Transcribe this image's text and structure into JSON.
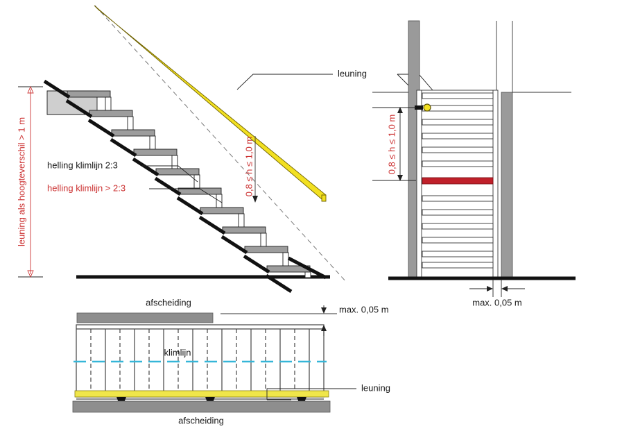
{
  "diagram": {
    "title_visible": false,
    "language": "nl",
    "colors": {
      "handrail_yellow": "#f2e021",
      "red_annotation": "#cc3333",
      "red_rung": "#c0202a",
      "klimlijn_cyan": "#35b6d8",
      "tread_gray": "#9d9d9d",
      "wall_gray": "#9a9a9a",
      "afscheiding_gray": "#8e8e8e"
    }
  },
  "side_view": {
    "name": "side-elevation",
    "labels": {
      "height_difference": "leuning als hoogteverschil > 1 m",
      "slope_black": "helling klimlijn 2:3",
      "slope_red": "helling klimlijn > 2:3",
      "rail_height": "0,8 ≤ h ≤ 1,0 m"
    },
    "step_count": 11
  },
  "front_view": {
    "name": "front-elevation",
    "labels": {
      "rail_height": "0,8 ≤ h ≤ 1,0 m",
      "gap_max": "max. 0,05 m"
    },
    "rung_count": 13,
    "highlighted_rung_index": 7
  },
  "plan_view": {
    "name": "plan-view",
    "labels": {
      "top_partition": "afscheiding",
      "bottom_partition": "afscheiding",
      "climb_line": "klimlijn",
      "handrail": "leuning",
      "gap_max": "max. 0,05 m"
    }
  },
  "shared": {
    "handrail_label": "leuning"
  }
}
